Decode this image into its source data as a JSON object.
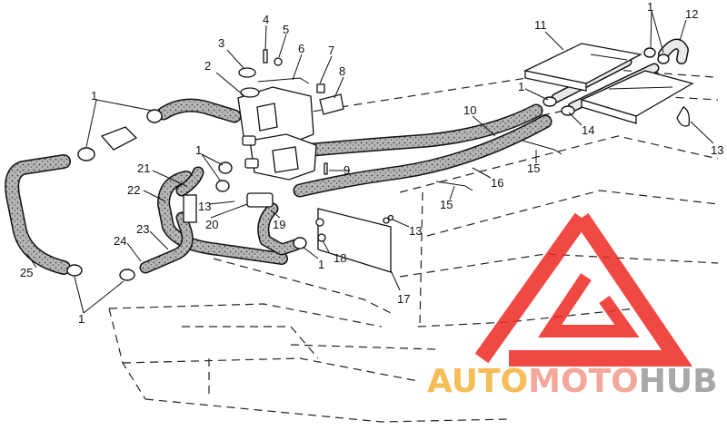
{
  "parts": [
    {
      "id": "p1a",
      "number": "1"
    },
    {
      "id": "p1b",
      "number": "1"
    },
    {
      "id": "p1c",
      "number": "1"
    },
    {
      "id": "p1d",
      "number": "1"
    },
    {
      "id": "p1e",
      "number": "1"
    },
    {
      "id": "p1f",
      "number": "1"
    },
    {
      "id": "p3",
      "number": "3"
    },
    {
      "id": "p4",
      "number": "4"
    },
    {
      "id": "p5",
      "number": "5"
    },
    {
      "id": "p2",
      "number": "2"
    },
    {
      "id": "p6",
      "number": "6"
    },
    {
      "id": "p7",
      "number": "7"
    },
    {
      "id": "p8",
      "number": "8"
    },
    {
      "id": "p9",
      "number": "9"
    },
    {
      "id": "p10",
      "number": "10"
    },
    {
      "id": "p11",
      "number": "11"
    },
    {
      "id": "p12",
      "number": "12"
    },
    {
      "id": "p13a",
      "number": "13"
    },
    {
      "id": "p13b",
      "number": "13"
    },
    {
      "id": "p13c",
      "number": "13"
    },
    {
      "id": "p14",
      "number": "14"
    },
    {
      "id": "p15a",
      "number": "15"
    },
    {
      "id": "p15b",
      "number": "15"
    },
    {
      "id": "p16",
      "number": "16"
    },
    {
      "id": "p17",
      "number": "17"
    },
    {
      "id": "p18",
      "number": "18"
    },
    {
      "id": "p19",
      "number": "19"
    },
    {
      "id": "p20",
      "number": "20"
    },
    {
      "id": "p21",
      "number": "21"
    },
    {
      "id": "p22",
      "number": "22"
    },
    {
      "id": "p23",
      "number": "23"
    },
    {
      "id": "p24",
      "number": "24"
    },
    {
      "id": "p25",
      "number": "25"
    }
  ],
  "watermark": {
    "word_part1": "AUTO",
    "word_part2": "MOTO",
    "word_part3": "HUB",
    "colors": {
      "part1": "#f2b23a",
      "part2": "#f29a8a",
      "part3": "#9a9a9a",
      "triangle": "#ee2a24"
    }
  },
  "colors": {
    "line": "#111111",
    "hose_fill": "#8f8f8f",
    "background": "#ffffff"
  }
}
